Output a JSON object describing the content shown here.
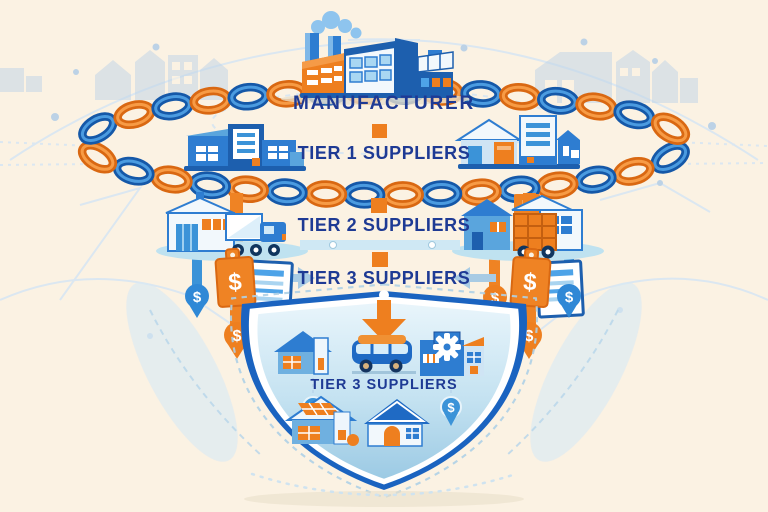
{
  "palette": {
    "background": "#fbf2e3",
    "navy_text": "#1e3a94",
    "blue": "#1d5fae",
    "mid_blue": "#2e7dd1",
    "light_blue": "#7fb8e8",
    "pale_blue": "#cfe8f4",
    "orange": "#ee7f1f",
    "chain_blue": "#1558a8",
    "chain_orange": "#d96812",
    "white": "#ffffff"
  },
  "symbols": {
    "dollar": "$"
  },
  "diagram": {
    "levels": [
      {
        "id": "manufacturer",
        "label": "MANUFACTURER"
      },
      {
        "id": "tier1",
        "label": "TIER 1 SUPPLIERS"
      },
      {
        "id": "tier2",
        "label": "TIER 2 SUPPLIERS"
      },
      {
        "id": "tier3",
        "label": "TIER 3 SUPPLIERS"
      }
    ],
    "shield": {
      "label": "TIER 3 SUPPLIERS"
    }
  }
}
